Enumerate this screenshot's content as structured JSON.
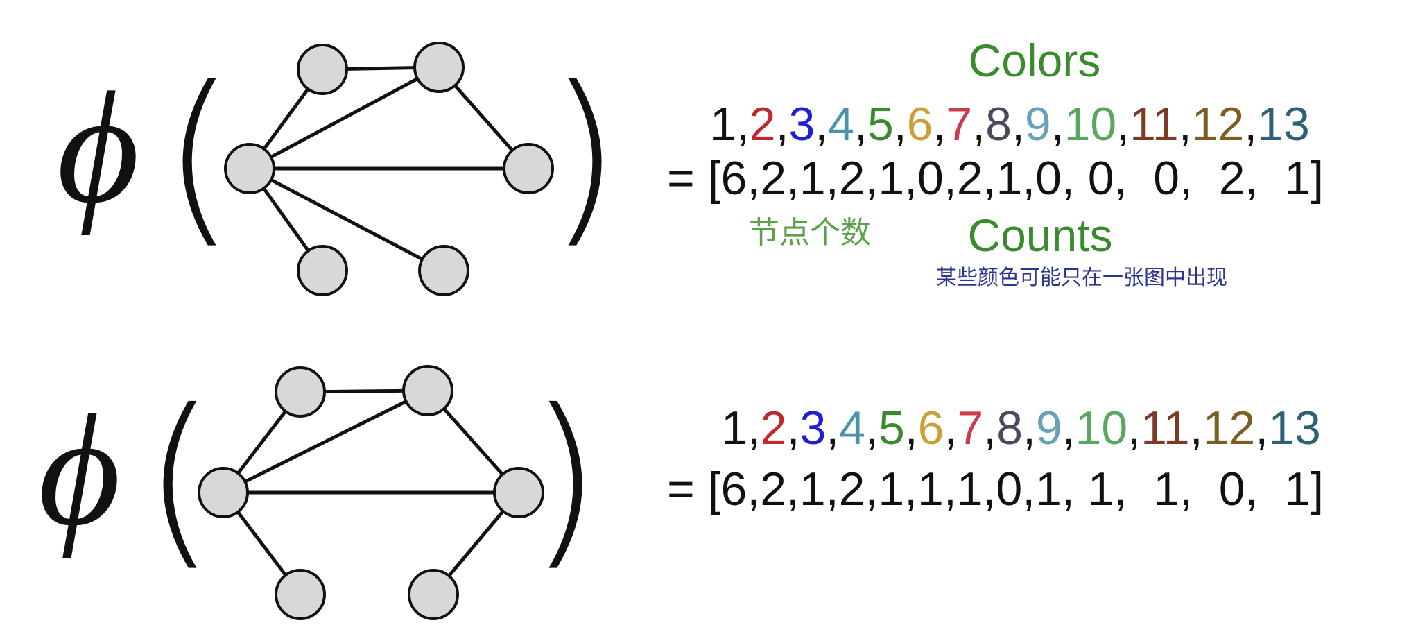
{
  "colors": {
    "green_title": "#3a8a2e",
    "node_fill": "#d8d8d8",
    "edge": "#111111",
    "note_green": "#5aa24a",
    "note_blue": "#2a3590",
    "palette": [
      "#111111",
      "#c0282e",
      "#1f1fd6",
      "#4a93ab",
      "#3a8a2e",
      "#caa037",
      "#cc3a4c",
      "#4a4a5e",
      "#6aa0b8",
      "#5aa760",
      "#7a3a26",
      "#7a5e22",
      "#2f6175"
    ]
  },
  "symbols": {
    "phi": "ϕ",
    "open_paren": "(",
    "close_paren": ")"
  },
  "labels": {
    "colors_title": "Colors",
    "counts_title": "Counts",
    "node_count_note": "节点个数",
    "unique_color_note": "某些颜色可能只在一张图中出现"
  },
  "color_indices": [
    "1",
    "2",
    "3",
    "4",
    "5",
    "6",
    "7",
    "8",
    "9",
    "10",
    "11",
    "12",
    "13"
  ],
  "graphs": [
    {
      "id": "graph-1",
      "nodes": [
        {
          "id": "a"
        },
        {
          "id": "b"
        },
        {
          "id": "c"
        },
        {
          "id": "d"
        },
        {
          "id": "e"
        },
        {
          "id": "f"
        }
      ],
      "edges": [
        [
          "a",
          "b"
        ],
        [
          "a",
          "c"
        ],
        [
          "b",
          "d"
        ],
        [
          "b",
          "c"
        ],
        [
          "c",
          "d"
        ],
        [
          "c",
          "e"
        ],
        [
          "c",
          "f"
        ]
      ],
      "counts_text": "= [6,2,1,2,1,0,2,1,0, 0,  0,  2,  1]"
    },
    {
      "id": "graph-2",
      "nodes": [
        {
          "id": "a"
        },
        {
          "id": "b"
        },
        {
          "id": "c"
        },
        {
          "id": "d"
        },
        {
          "id": "e"
        },
        {
          "id": "f"
        }
      ],
      "edges": [
        [
          "a",
          "b"
        ],
        [
          "a",
          "c"
        ],
        [
          "b",
          "c"
        ],
        [
          "b",
          "d"
        ],
        [
          "c",
          "d"
        ],
        [
          "c",
          "e"
        ],
        [
          "d",
          "f"
        ]
      ],
      "counts_text": "= [6,2,1,2,1,1,1,0,1, 1,  1,  0,  1]"
    }
  ]
}
